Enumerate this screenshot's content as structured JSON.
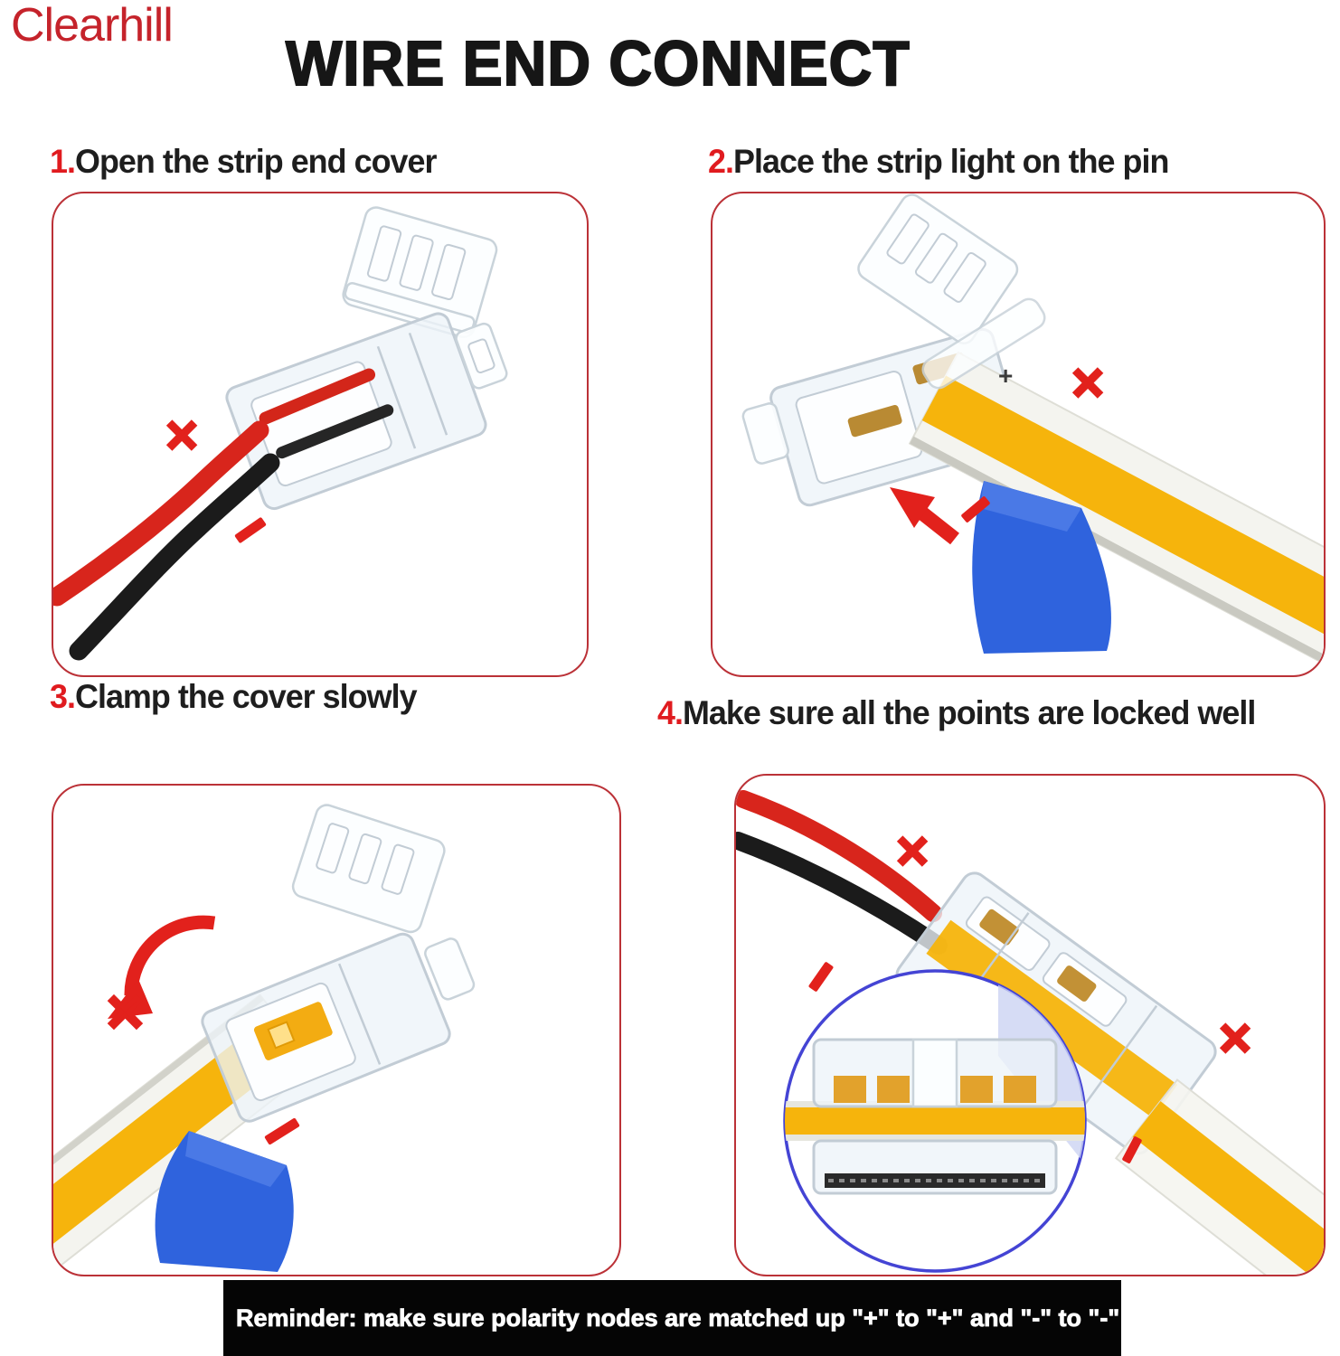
{
  "brand": "Clearhill",
  "title": "WIRE END CONNECT",
  "steps": [
    {
      "num": "1.",
      "label": "Open the strip end cover"
    },
    {
      "num": "2.",
      "label": "Place the strip light on the pin"
    },
    {
      "num": "3.",
      "label": "Clamp the cover slowly"
    },
    {
      "num": "4.",
      "label": "Make sure all the points are locked well"
    }
  ],
  "marks": {
    "cross": "✕",
    "plus": "+"
  },
  "reminder": "Reminder: make sure polarity nodes are matched up \"+\" to \"+\" and \"-\" to \"-\"",
  "colors": {
    "brand_red": "#c5232b",
    "accent_red": "#e2211c",
    "panel_border": "#bb3137",
    "strip_amber": "#f6b40c",
    "tape_blue": "#2f63dd",
    "inset_circle_blue": "#4444d4",
    "wire_red": "#d8251c",
    "wire_black": "#1b1b1b",
    "reminder_bg": "#050505"
  }
}
